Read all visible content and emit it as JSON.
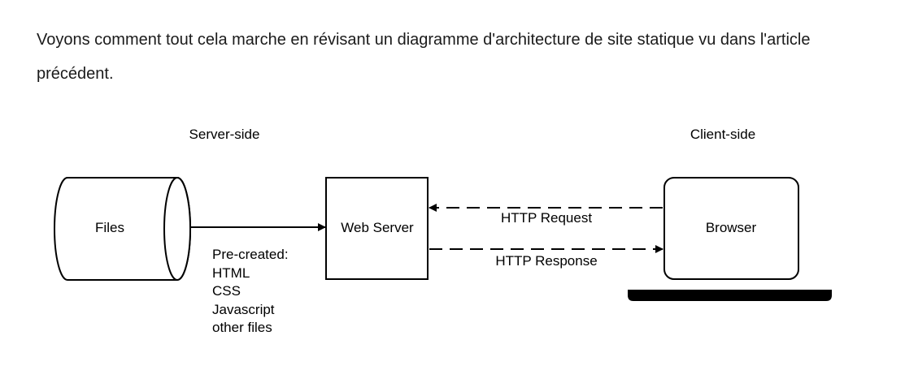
{
  "intro": {
    "text": "Voyons comment tout cela marche en révisant un diagramme d'architecture de site statique vu dans l'article précédent."
  },
  "diagram": {
    "server_side_label": "Server-side",
    "client_side_label": "Client-side",
    "files_label": "Files",
    "web_server_label": "Web Server",
    "browser_label": "Browser",
    "http_request_label": "HTTP Request",
    "http_response_label": "HTTP Response",
    "precreated_lines": [
      "Pre-created:",
      "HTML",
      "CSS",
      "Javascript",
      "other files"
    ]
  }
}
